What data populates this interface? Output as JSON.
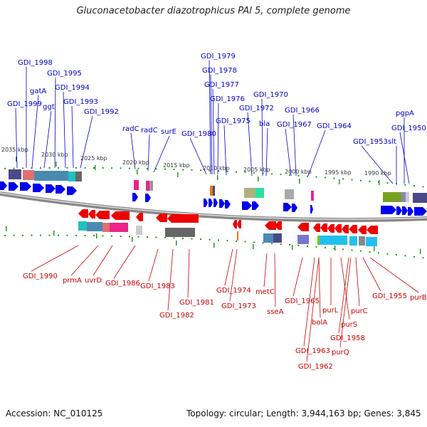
{
  "title": "Gluconacetobacter diazotrophicus PAl 5, complete genome",
  "accession": "Accession: NC_010125",
  "topology": "Topology: circular; Length: 3,944,163 bp; Genes: 3,845",
  "colors": {
    "forward": "#0000ee",
    "reverse": "#ee0000",
    "top_label": "#0000cc",
    "bottom_label": "#cc0000",
    "ruler": "#229922"
  },
  "kbp_ticks": [
    "2035 kbp",
    "2030 kbp",
    "2025 kbp",
    "2020 kbp",
    "2015 kbp",
    "2010 kbp",
    "2005 kbp",
    "2000 kbp",
    "1995 kbp",
    "1990 kbp"
  ],
  "top_labels": [
    "GDI_1998",
    "GDI_1999",
    "gatA",
    "ggt",
    "GDI_1995",
    "GDI_1994",
    "GDI_1993",
    "GDI_1992",
    "radC",
    "radC",
    "surE",
    "GDI_1980",
    "GDI_1979",
    "GDI_1978",
    "GDI_1977",
    "GDI_1976",
    "GDI_1975",
    "GDI_1972",
    "GDI_1970",
    "bla",
    "GDI_1967",
    "GDI_1966",
    "GDI_1964",
    "GDI_1953",
    "slt",
    "pgpA",
    "GDI_1950"
  ],
  "bottom_labels": [
    "GDI_1990",
    "prmA",
    "uvrD",
    "GDI_1986",
    "GDI_1983",
    "GDI_1982",
    "GDI_1981",
    "GDI_1974",
    "GDI_1973",
    "metC",
    "sseA",
    "GDI_1965",
    "bolA",
    "GDI_1963",
    "GDI_1962",
    "purL",
    "purS",
    "GDI_1958",
    "purQ",
    "purC",
    "GDI_1955",
    "purB"
  ]
}
